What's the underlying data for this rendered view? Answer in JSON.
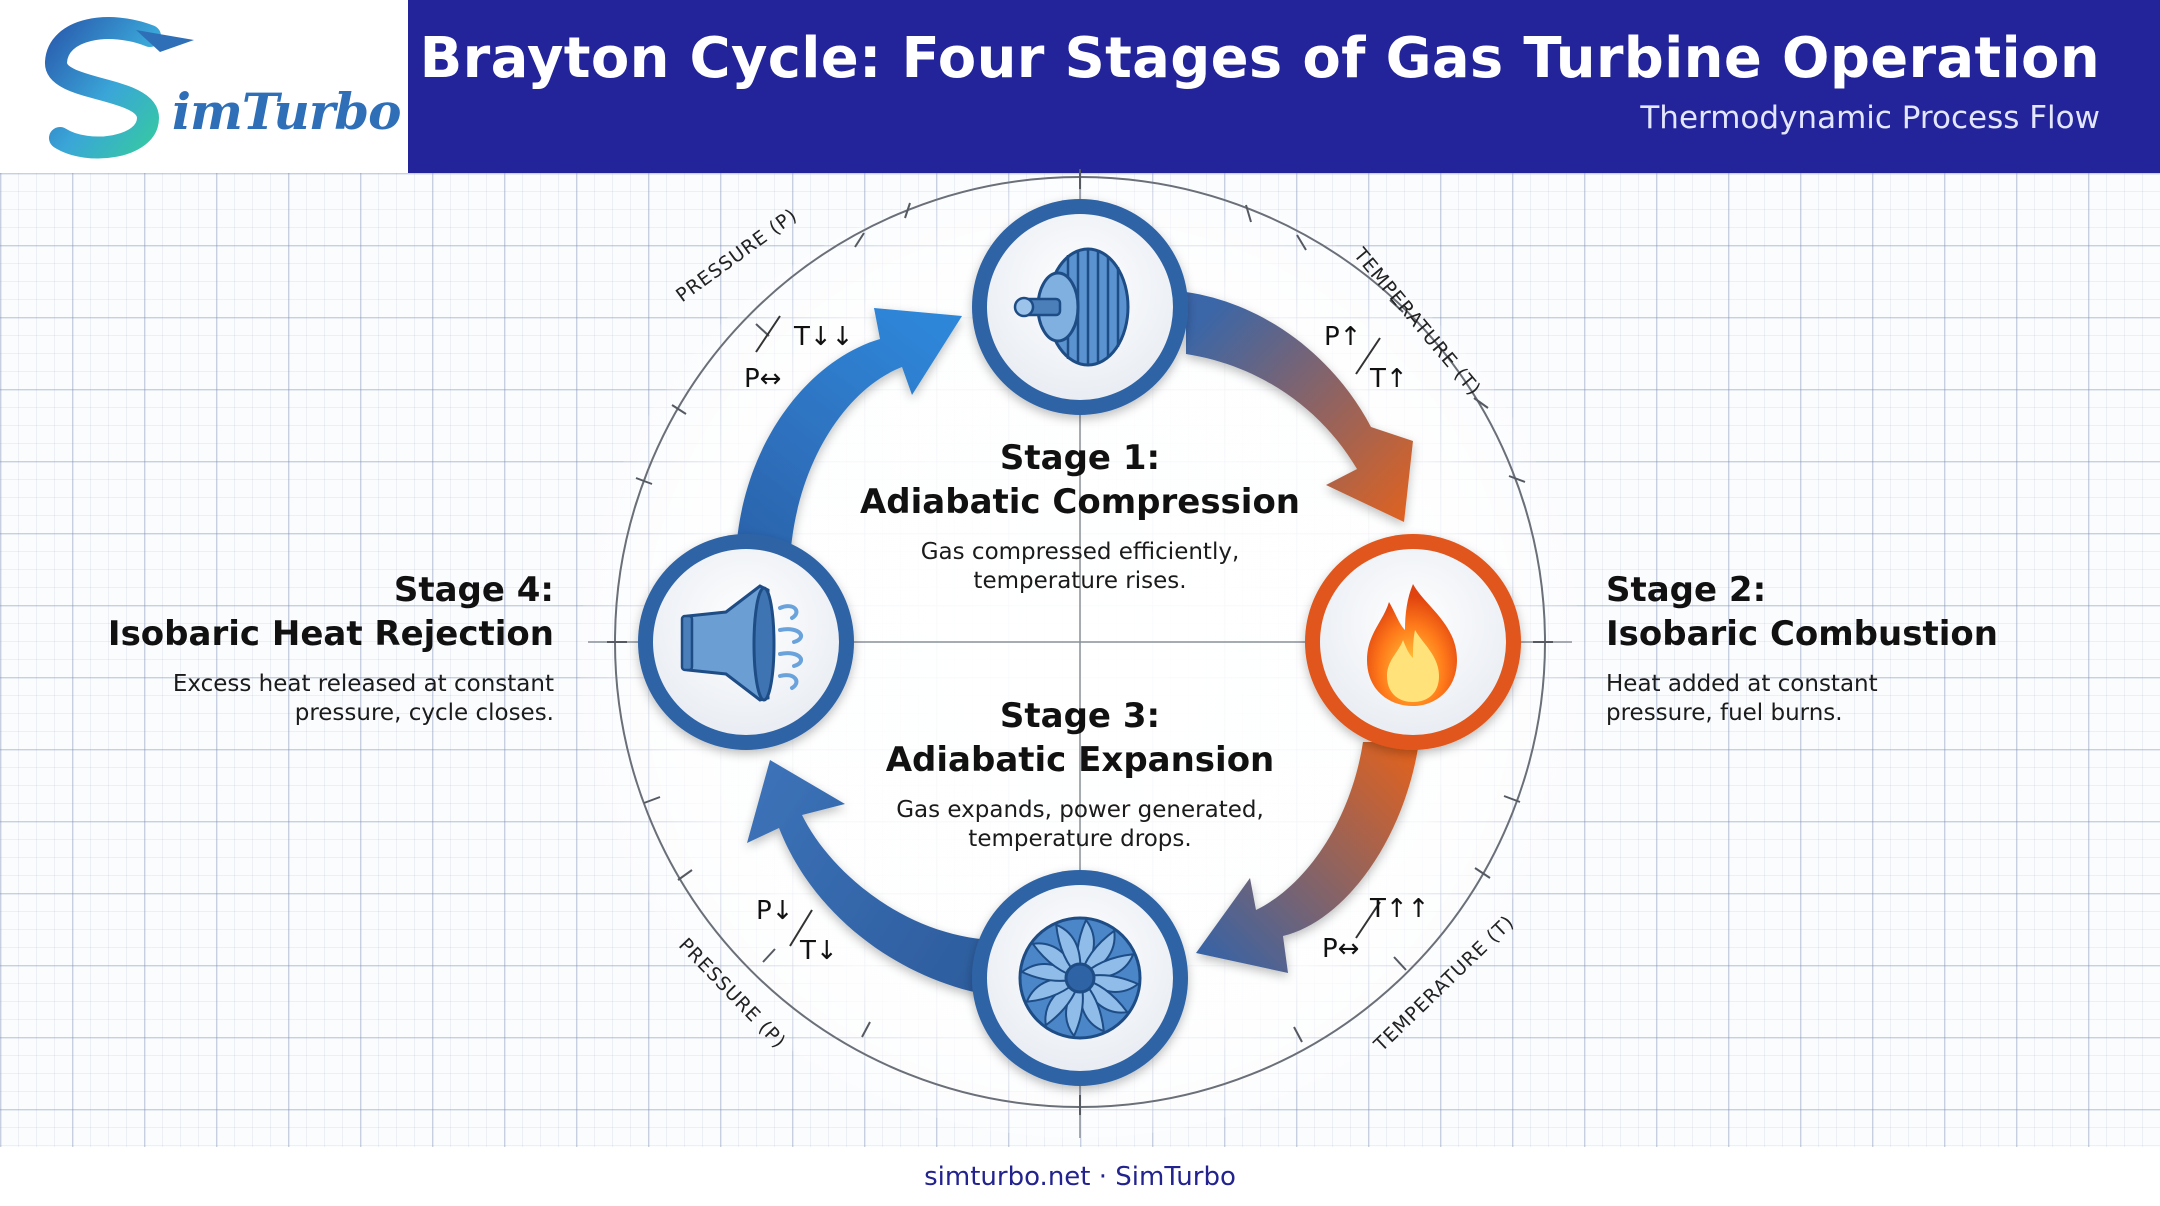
{
  "header": {
    "logo": {
      "wordmark": "imTurbo",
      "colors": {
        "primary": "#2e6fb8",
        "accent": "#36c7a5"
      }
    },
    "title": "The Brayton Cycle: Four Stages of Gas Turbine Operation",
    "subtitle": "Thermodynamic Process Flow",
    "band_color": "#23239a"
  },
  "stages": [
    {
      "id": "stage-1",
      "title_line1": "Stage 1:",
      "title_line2": "Adiabatic Compression",
      "desc_line1": "Gas compressed efficiently,",
      "desc_line2": "temperature rises.",
      "icon": "compressor-icon",
      "color": "#2e63a6"
    },
    {
      "id": "stage-2",
      "title_line1": "Stage 2:",
      "title_line2": "Isobaric Combustion",
      "desc_line1": "Heat added at constant",
      "desc_line2": "pressure, fuel burns.",
      "icon": "flame-icon",
      "color": "#e0561a"
    },
    {
      "id": "stage-3",
      "title_line1": "Stage 3:",
      "title_line2": "Adiabatic Expansion",
      "desc_line1": "Gas expands, power generated,",
      "desc_line2": "temperature drops.",
      "icon": "turbine-icon",
      "color": "#2e63a6"
    },
    {
      "id": "stage-4",
      "title_line1": "Stage 4:",
      "title_line2": "Isobaric Heat Rejection",
      "desc_line1": "Excess heat released at constant",
      "desc_line2": "pressure, cycle closes.",
      "icon": "exhaust-nozzle-icon",
      "color": "#2e63a6"
    }
  ],
  "cycle_labels": {
    "top_left": {
      "t": "T↓↓",
      "p": "P↔"
    },
    "top_right": {
      "p": "P↑",
      "t": "T↑"
    },
    "bottom_right": {
      "t": "T↑↑",
      "p": "P↔"
    },
    "bottom_left": {
      "p": "P↓",
      "t": "T↓"
    }
  },
  "axis_labels": {
    "pressure": "PRESSURE (P)",
    "temperature": "TEMPERATURE (T)"
  },
  "arrow_colors": {
    "cool": "#2f6db5",
    "hot": "#e06a2a"
  },
  "footer": {
    "text": "simturbo.net · SimTurbo"
  }
}
